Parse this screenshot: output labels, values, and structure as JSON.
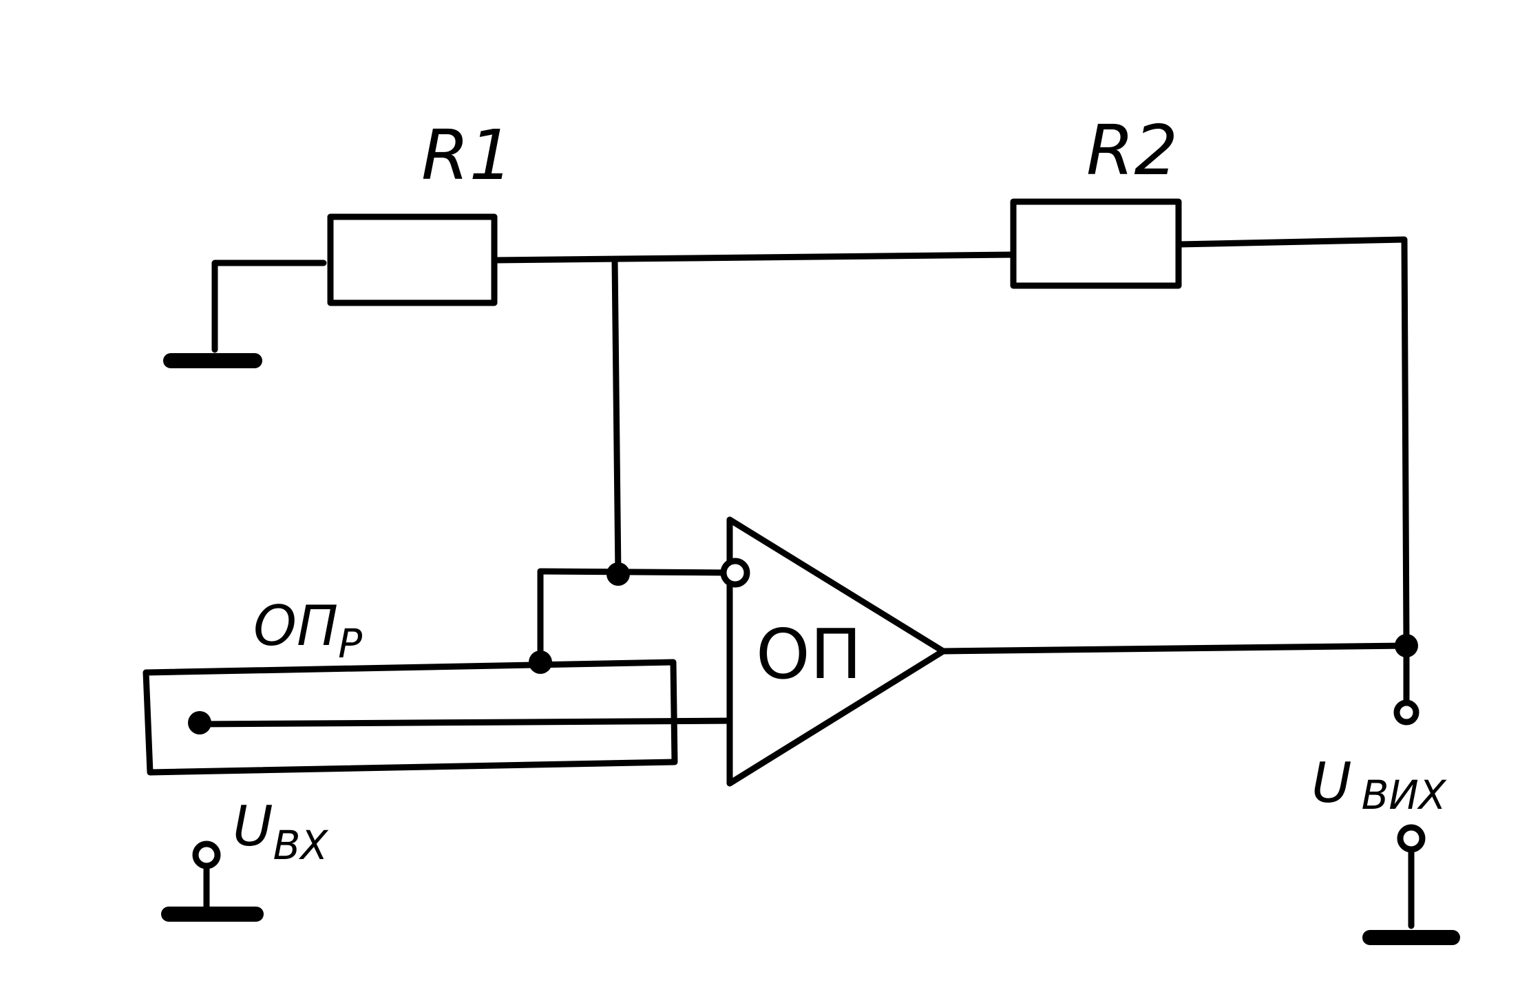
{
  "labels": {
    "r1": "R1",
    "r2": "R2",
    "opamp": "ОП",
    "ref_main": "ОП",
    "ref_sub": "Р",
    "uin_main": "U",
    "uin_sub": "ВХ",
    "uout_main": "U",
    "uout_sub": "ВИХ"
  }
}
